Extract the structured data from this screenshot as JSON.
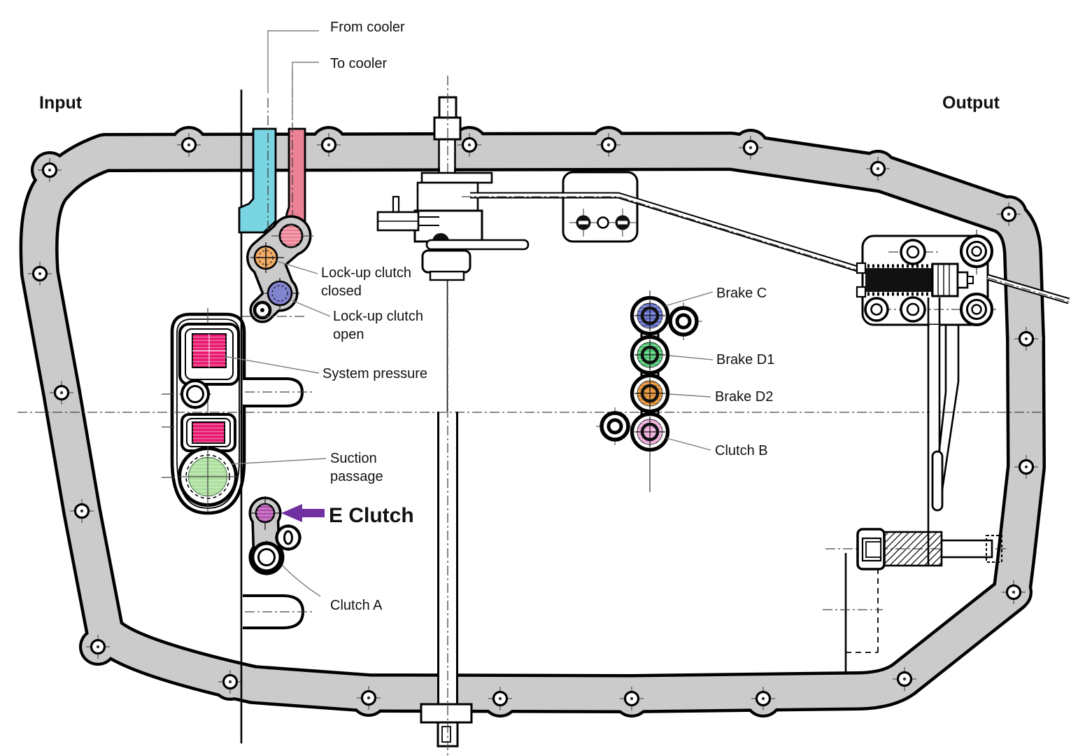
{
  "diagram": {
    "input_label": "Input",
    "output_label": "Output"
  },
  "labels": {
    "from_cooler": "From cooler",
    "to_cooler": "To cooler",
    "lockup_closed_l1": "Lock-up clutch",
    "lockup_closed_l2": "closed",
    "lockup_open_l1": "Lock-up clutch",
    "lockup_open_l2": "open",
    "system_pressure": "System pressure",
    "suction_l1": "Suction",
    "suction_l2": "passage",
    "e_clutch": "E Clutch",
    "clutch_a": "Clutch A",
    "brake_c": "Brake C",
    "brake_d1": "Brake D1",
    "brake_d2": "Brake D2",
    "clutch_b": "Clutch B"
  },
  "colors": {
    "gasket_gray": "#cbcbcb",
    "from_cooler_cyan": "#79d5e2",
    "to_cooler_pink": "#ec8296",
    "lockup_closed_orange": "#f3ad66",
    "lockup_open_violet": "#8184ce",
    "system_pressure_magenta": "#e8176e",
    "suction_green": "#abdf9d",
    "e_clutch_purple": "#b352b0",
    "brake_c_blue": "#5a68c6",
    "brake_d1_green": "#49c86e",
    "brake_d2_orange": "#e28a28",
    "clutch_b_pink": "#efaadd",
    "annotation_purple": "#7030a0"
  }
}
